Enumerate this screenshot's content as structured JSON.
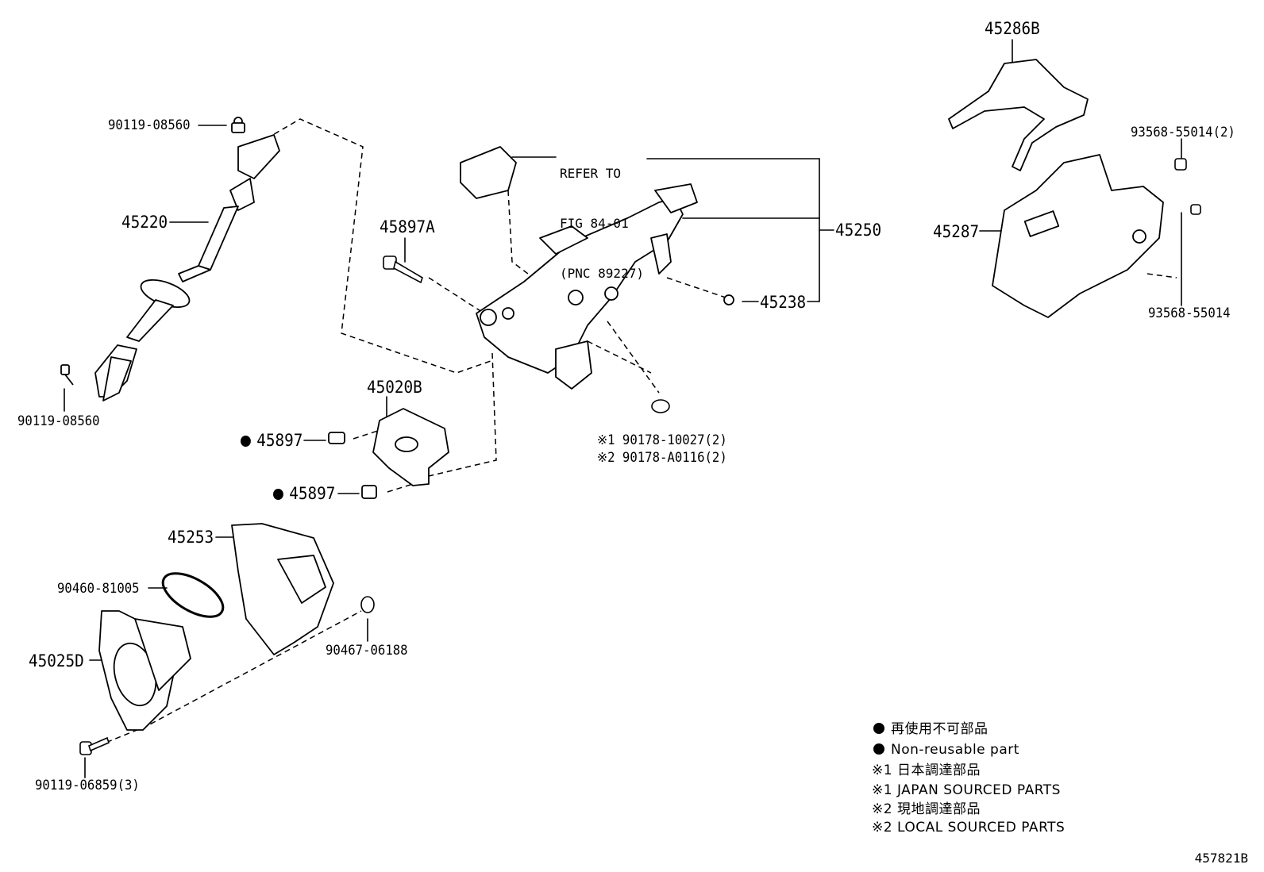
{
  "labels": {
    "bolt_top_left": "90119-08560",
    "shaft": "45220",
    "bolt_bottom_left": "90119-08560",
    "bolt_45897a": "45897A",
    "lock_assy": "45020B",
    "bolt_45897_upper": "45897",
    "bolt_45897_lower": "45897",
    "cover_45253": "45253",
    "ring_90460": "90460-81005",
    "boot_45025d": "45025D",
    "clip_90467": "90467-06188",
    "bolt_90119_06859": "90119-06859(3)",
    "column_45250": "45250",
    "bolt_45238": "45238",
    "nut_japan": "※1 90178-10027(2)",
    "nut_local": "※2 90178-A0116(2)",
    "cover_45286b": "45286B",
    "cover_45287": "45287",
    "screw_top_right": "93568-55014(2)",
    "screw_bottom_right": "93568-55014"
  },
  "refer": {
    "line1": "REFER TO",
    "line2": "FIG 84-01",
    "line3": "(PNC 89227)"
  },
  "legend": {
    "non_reusable_jp": "再使用不可部品",
    "non_reusable_en": "Non-reusable part",
    "japan_jp": "※1 日本調達部品",
    "japan_en": "※1 JAPAN SOURCED PARTS",
    "local_jp": "※2 現地調達部品",
    "local_en": "※2 LOCAL SOURCED PARTS"
  },
  "figure_id": "457821B"
}
